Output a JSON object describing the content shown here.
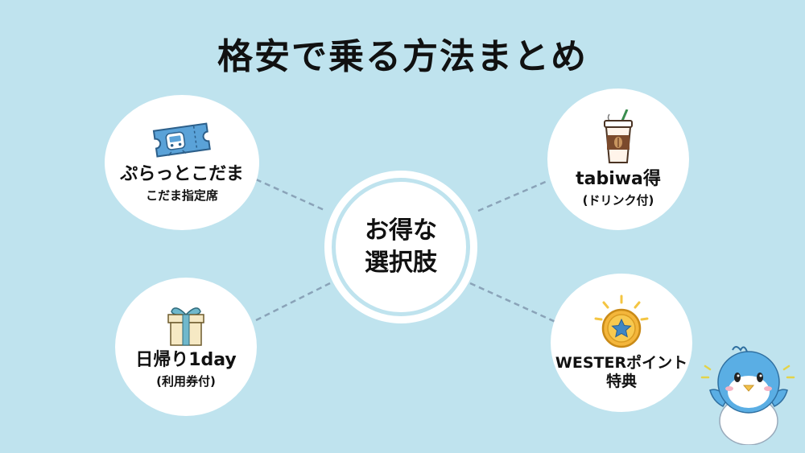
{
  "title": "格安で乗る方法まとめ",
  "center": {
    "line1": "お得な",
    "line2": "選択肢"
  },
  "nodes": {
    "top_left": {
      "main": "ぷらっとこだま",
      "sub": "こだま指定席",
      "icon": "train-ticket-icon"
    },
    "top_right": {
      "main": "tabiwa得",
      "sub": "(ドリンク付)",
      "icon": "coffee-cup-icon"
    },
    "bottom_left": {
      "main": "日帰り1day",
      "sub": "(利用券付)",
      "icon": "gift-box-icon"
    },
    "bottom_right": {
      "main": "WESTERポイント特典",
      "icon": "star-coin-icon"
    }
  },
  "colors": {
    "background": "#bfe3ee",
    "node": "#ffffff",
    "connector": "#8aa3b8",
    "accent_blue": "#3f86c4",
    "coin": "#f4b63b"
  }
}
